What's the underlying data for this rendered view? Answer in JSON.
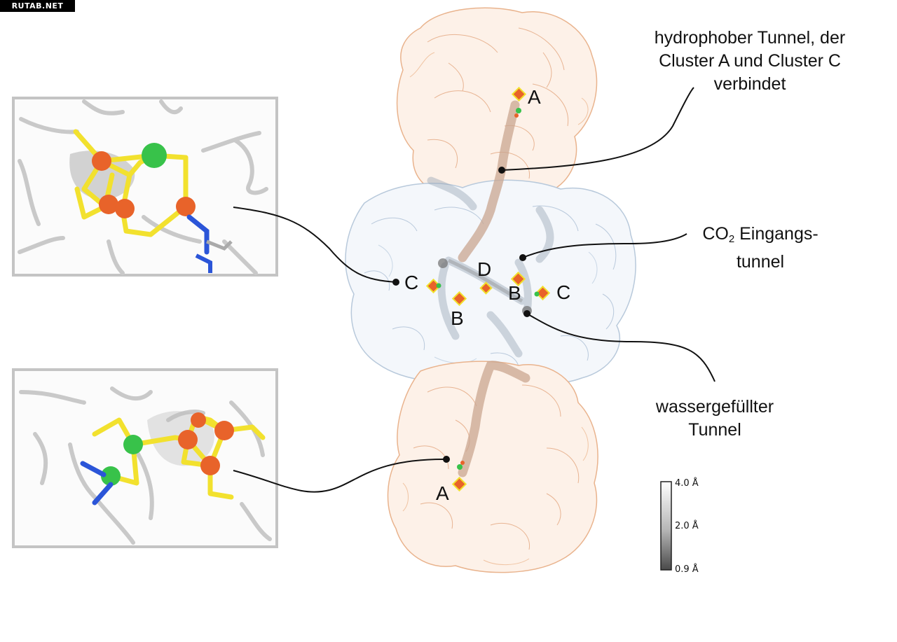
{
  "watermark": "RUTAB.NET",
  "captions": {
    "hydrophobic_line1": "hydrophober Tunnel, der",
    "hydrophobic_line2": "Cluster A und Cluster C",
    "hydrophobic_line3": "verbindet",
    "co2_prefix": "CO",
    "co2_sub": "2",
    "co2_rest": " Eingangs-",
    "co2_line2": "tunnel",
    "water_line1": "wassergefüllter",
    "water_line2": "Tunnel"
  },
  "cluster_labels": {
    "a_top": "A",
    "a_bottom": "A",
    "c_left": "C",
    "c_right": "C",
    "d": "D",
    "b_left": "B",
    "b_right": "B"
  },
  "scale_bar": {
    "max": "4.0 Å",
    "mid": "2.0 Å",
    "min": "0.9 Å"
  },
  "colors": {
    "orange_surface": "#fdf0e6",
    "orange_edge": "#eeaa7a",
    "blue_surface": "#f2f6fb",
    "blue_edge": "#b9cde2",
    "fe": "#e8632a",
    "sulfur": "#f2e12e",
    "nickel": "#38c24a",
    "nitrogen": "#2b55d8",
    "tunnel_dark": "#8a8a8a",
    "tunnel_brown": "#c9a690"
  }
}
